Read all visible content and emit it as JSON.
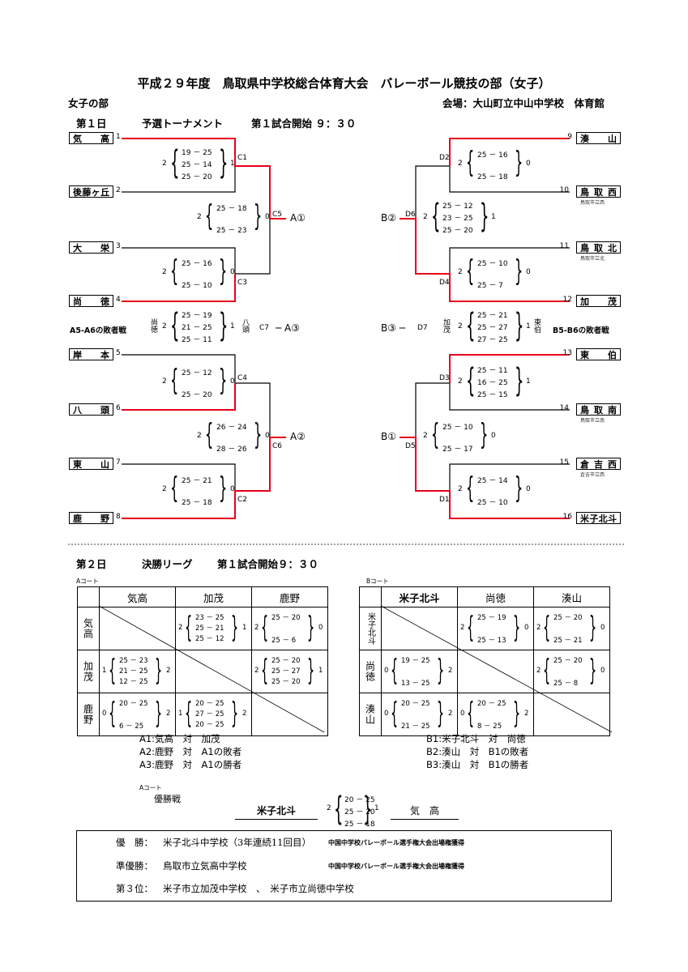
{
  "title": "平成２９年度　鳥取県中学校総合体育大会　バレーボール競技の部（女子）",
  "section": "女子の部",
  "venue": "会場：大山町立中山中学校　体育館",
  "day1": {
    "label": "第１日",
    "stage": "予選トーナメント",
    "start": "第１試合開始 ９：３０"
  },
  "left_teams": [
    {
      "num": "1",
      "name": "気高"
    },
    {
      "num": "2",
      "name": "後藤ヶ丘"
    },
    {
      "num": "3",
      "name": "大栄"
    },
    {
      "num": "4",
      "name": "尚徳"
    },
    {
      "num": "5",
      "name": "岸本"
    },
    {
      "num": "6",
      "name": "八頭"
    },
    {
      "num": "7",
      "name": "東山"
    },
    {
      "num": "8",
      "name": "鹿野"
    }
  ],
  "right_teams": [
    {
      "num": "9",
      "name": "湊山",
      "sub": ""
    },
    {
      "num": "10",
      "name": "鳥取西",
      "sub": "鳥取市立西"
    },
    {
      "num": "11",
      "name": "鳥取北",
      "sub": "鳥取市立北"
    },
    {
      "num": "12",
      "name": "加茂",
      "sub": ""
    },
    {
      "num": "13",
      "name": "東伯",
      "sub": ""
    },
    {
      "num": "14",
      "name": "鳥取南",
      "sub": "鳥取市立南"
    },
    {
      "num": "15",
      "name": "倉吉西",
      "sub": "倉吉市立西"
    },
    {
      "num": "16",
      "name": "米子北斗",
      "sub": ""
    }
  ],
  "matches": {
    "C1": {
      "label": "C1",
      "left": "2",
      "right": "1",
      "sets": [
        "19 － 25",
        "25 － 14",
        "25 － 20"
      ]
    },
    "C3": {
      "label": "C3",
      "left": "2",
      "right": "0",
      "sets": [
        "25 － 16",
        "25 － 10"
      ]
    },
    "C5": {
      "label": "C5",
      "left": "2",
      "right": "0",
      "sets": [
        "25 － 18",
        "25 － 23"
      ]
    },
    "C4": {
      "label": "C4",
      "left": "2",
      "right": "0",
      "sets": [
        "25 － 12",
        "25 － 20"
      ]
    },
    "C2": {
      "label": "C2",
      "left": "2",
      "right": "0",
      "sets": [
        "25 － 21",
        "25 － 18"
      ]
    },
    "C6": {
      "label": "C6",
      "left": "2",
      "right": "0",
      "sets": [
        "26 － 24",
        "28 － 26"
      ]
    },
    "C7": {
      "label": "C7",
      "left": "2",
      "right": "1",
      "sets": [
        "25 － 19",
        "21 － 25",
        "25 － 11"
      ],
      "t1": "尚徳",
      "t2": "八頭"
    },
    "D2": {
      "label": "D2",
      "left": "2",
      "right": "0",
      "sets": [
        "25 － 16",
        "25 － 18"
      ]
    },
    "D4": {
      "label": "D4",
      "left": "2",
      "right": "0",
      "sets": [
        "25 － 10",
        "25 － 7"
      ]
    },
    "D6": {
      "label": "D6",
      "left": "2",
      "right": "1",
      "sets": [
        "25 － 12",
        "23 － 25",
        "25 － 20"
      ]
    },
    "D3": {
      "label": "D3",
      "left": "2",
      "right": "1",
      "sets": [
        "25 － 11",
        "16 － 25",
        "25 － 15"
      ]
    },
    "D1": {
      "label": "D1",
      "left": "2",
      "right": "0",
      "sets": [
        "25 － 14",
        "25 － 10"
      ]
    },
    "D5": {
      "label": "D5",
      "left": "2",
      "right": "0",
      "sets": [
        "25 － 10",
        "25 － 17"
      ]
    },
    "D7": {
      "label": "D7",
      "left": "2",
      "right": "1",
      "sets": [
        "25 － 21",
        "25 － 27",
        "27 － 25"
      ],
      "t1": "加茂",
      "t2": "東伯"
    }
  },
  "seeds": {
    "A1": "A①",
    "A2": "A②",
    "A3": "─ A③",
    "B1": "B①",
    "B2": "B②",
    "B3": "B③ ─",
    "loserA": "A5-A6の敗者戦",
    "loserB": "B5-B6の敗者戦"
  },
  "day2": {
    "label": "第２日",
    "stage": "決勝リーグ",
    "start": "第１試合開始９：３０"
  },
  "courtA": {
    "label": "Aコート",
    "teams": [
      "気高",
      "加茂",
      "鹿野"
    ],
    "cells": {
      "r0c1": {
        "l": "2",
        "r": "1",
        "sets": [
          "23 － 25",
          "25 － 21",
          "25 － 12"
        ]
      },
      "r0c2": {
        "l": "2",
        "r": "0",
        "sets": [
          "25 － 20",
          "25 － 6"
        ]
      },
      "r1c0": {
        "l": "1",
        "r": "2",
        "sets": [
          "25 － 23",
          "21 － 25",
          "12 － 25"
        ]
      },
      "r1c2": {
        "l": "2",
        "r": "1",
        "sets": [
          "25 － 20",
          "25 － 27",
          "25 － 20"
        ]
      },
      "r2c0": {
        "l": "0",
        "r": "2",
        "sets": [
          "20 － 25",
          "6 － 25"
        ]
      },
      "r2c1": {
        "l": "1",
        "r": "2",
        "sets": [
          "20 － 25",
          "27 － 25",
          "20 － 25"
        ]
      }
    },
    "schedule": [
      "A1:気高　対　加茂",
      "A2:鹿野　対　A1の敗者",
      "A3:鹿野　対　A1の勝者"
    ]
  },
  "courtB": {
    "label": "Bコート",
    "teams": [
      "米子北斗",
      "尚徳",
      "湊山"
    ],
    "cells": {
      "r0c1": {
        "l": "2",
        "r": "0",
        "sets": [
          "25 － 19",
          "25 － 13"
        ]
      },
      "r0c2": {
        "l": "2",
        "r": "0",
        "sets": [
          "25 － 20",
          "25 － 21"
        ]
      },
      "r1c0": {
        "l": "0",
        "r": "2",
        "sets": [
          "19 － 25",
          "13 － 25"
        ]
      },
      "r1c2": {
        "l": "2",
        "r": "0",
        "sets": [
          "25 － 20",
          "25 － 8"
        ]
      },
      "r2c0": {
        "l": "0",
        "r": "2",
        "sets": [
          "20 － 25",
          "21 － 25"
        ]
      },
      "r2c1": {
        "l": "0",
        "r": "2",
        "sets": [
          "20 － 25",
          "8 － 25"
        ]
      }
    },
    "schedule": [
      "B1:米子北斗　対　尚徳",
      "B2:湊山　対　B1の敗者",
      "B3:湊山　対　B1の勝者"
    ]
  },
  "final": {
    "court": "Aコート",
    "label": "優勝戦",
    "team1": "米子北斗",
    "team2": "気　高",
    "left": "2",
    "right": "1",
    "sets": [
      "20 － 25",
      "25 － 20",
      "25 － 18"
    ]
  },
  "results": [
    {
      "label": "優　勝：",
      "school": "米子北斗中学校（3年連続11回目）",
      "note": "中国中学校バレーボール選手権大会出場権獲得"
    },
    {
      "label": "準優勝：",
      "school": "鳥取市立気高中学校",
      "note": "中国中学校バレーボール選手権大会出場権獲得"
    },
    {
      "label": "第３位：",
      "school": "米子市立加茂中学校　、　米子市立尚徳中学校",
      "note": ""
    }
  ],
  "colors": {
    "winner": "#e8001c",
    "line": "#000000"
  }
}
